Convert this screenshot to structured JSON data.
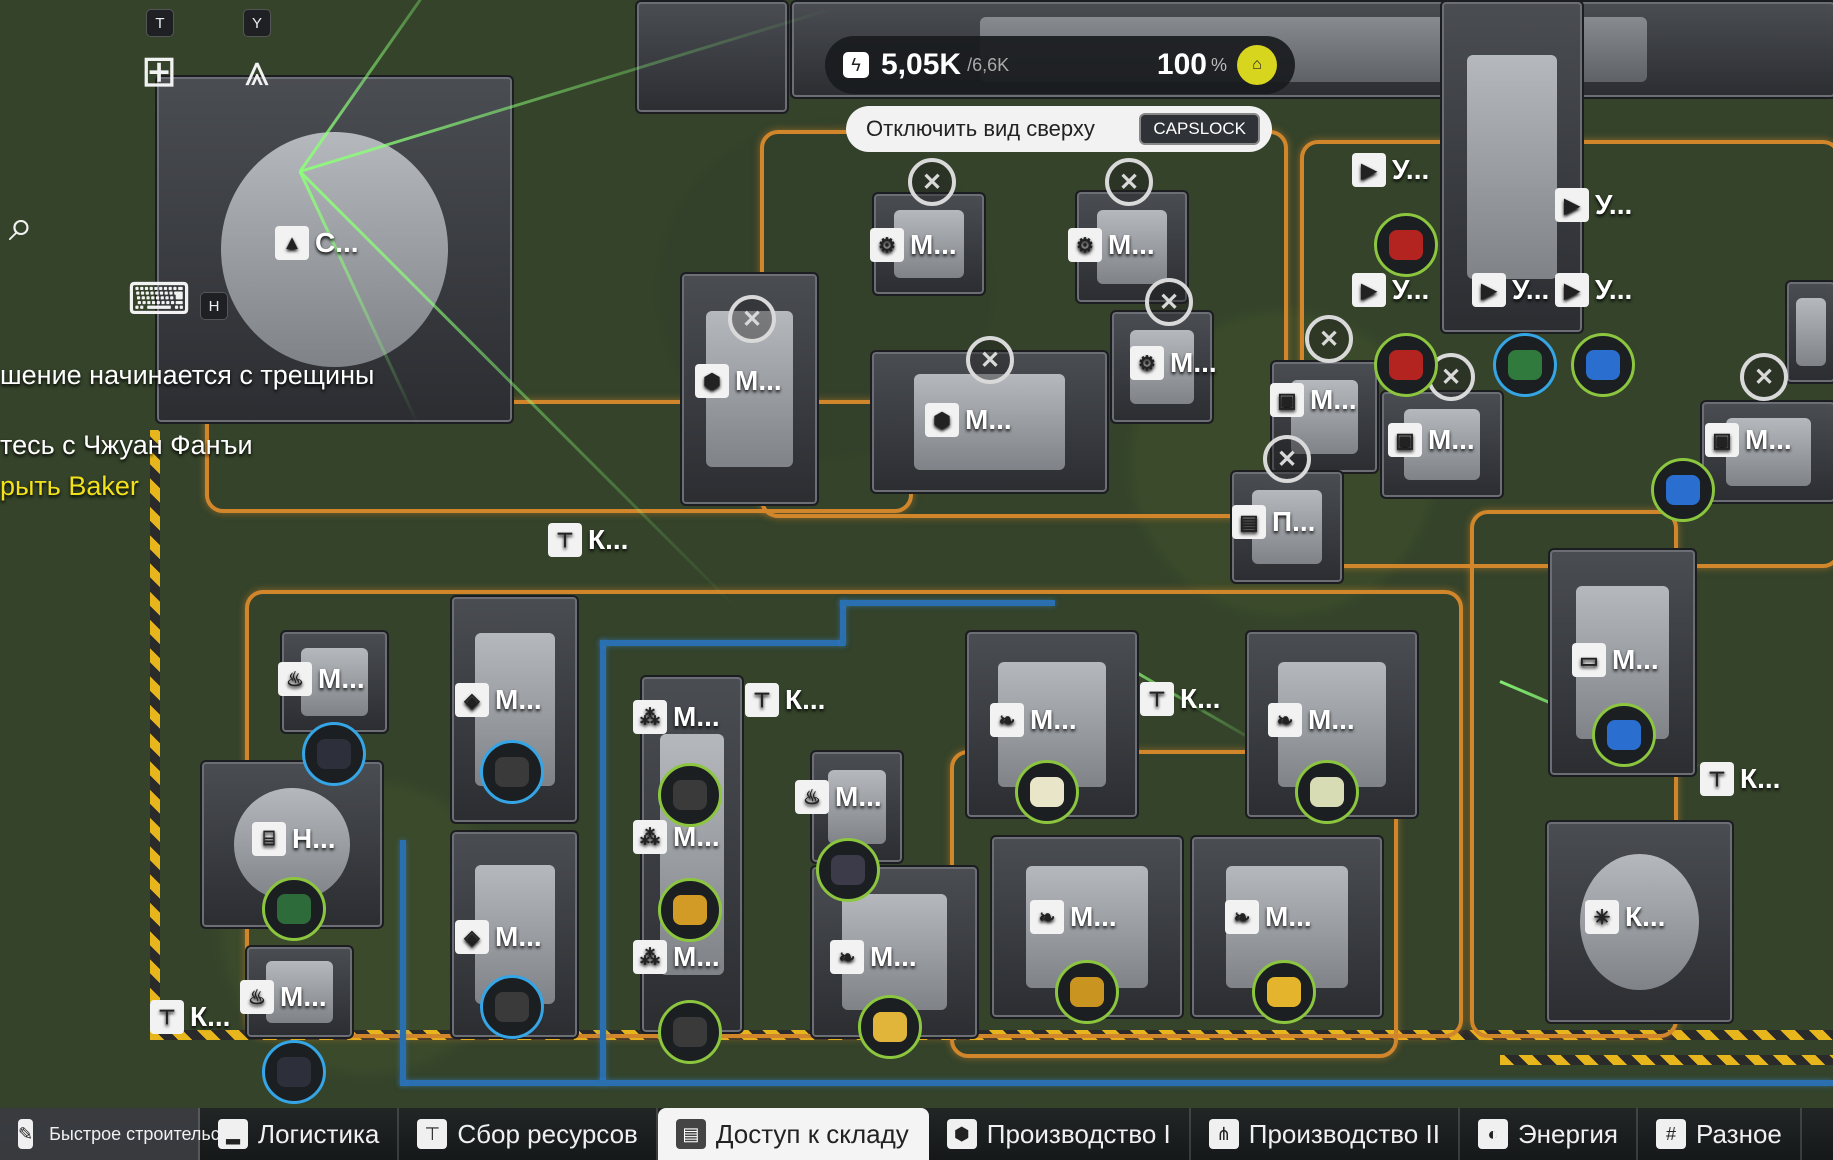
{
  "hud": {
    "power_value": "5,05K",
    "power_capacity": "/6,6K",
    "percent_value": "100",
    "percent_unit": "%",
    "power_icon": "lightning-icon",
    "coin_icon": "coin-icon"
  },
  "top_view": {
    "label": "Отключить вид сверху",
    "key": "CAPSLOCK"
  },
  "hotkeys": {
    "t": "T",
    "y": "Y",
    "h": "H"
  },
  "quest": {
    "line1": "шение начинается с трещины",
    "line2": "тесь с Чжуан Фанъи",
    "line3": "рыть Baker"
  },
  "core_label": "С...",
  "labels": {
    "m": "М...",
    "k": "К...",
    "u": "У...",
    "n": "Н...",
    "p": "П..."
  },
  "colors": {
    "belt": "#d2862b",
    "pipe": "#2a6fb0",
    "hazard": "#e7b51c",
    "ring_green": "#8cc63f",
    "ring_blue": "#35a5e6"
  },
  "bottombar": {
    "quick": "Быстрое строительство",
    "tabs": [
      {
        "label": "Логистика",
        "icon": "logistics-icon"
      },
      {
        "label": "Сбор ресурсов",
        "icon": "harvest-icon"
      },
      {
        "label": "Доступ к складу",
        "icon": "storage-icon"
      },
      {
        "label": "Производство I",
        "icon": "production1-icon"
      },
      {
        "label": "Производство II",
        "icon": "production2-icon"
      },
      {
        "label": "Энергия",
        "icon": "energy-icon"
      },
      {
        "label": "Разное",
        "icon": "misc-icon"
      }
    ]
  }
}
